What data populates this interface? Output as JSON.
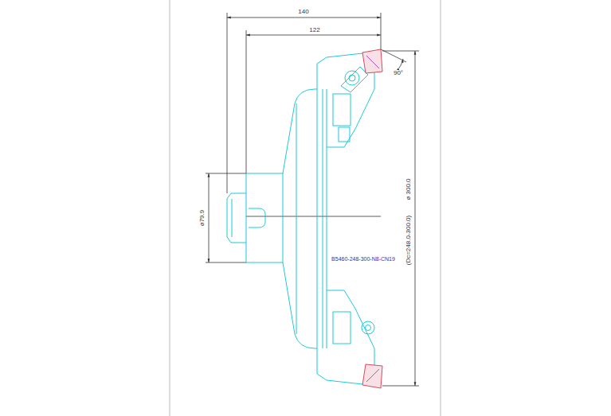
{
  "diagram": {
    "labels": [
      "140",
      "122",
      "90°",
      "ø79.9",
      "(Dc=248.0-300.0)",
      "ø 300.0",
      "B5460-248-300-N8-CN19"
    ]
  }
}
